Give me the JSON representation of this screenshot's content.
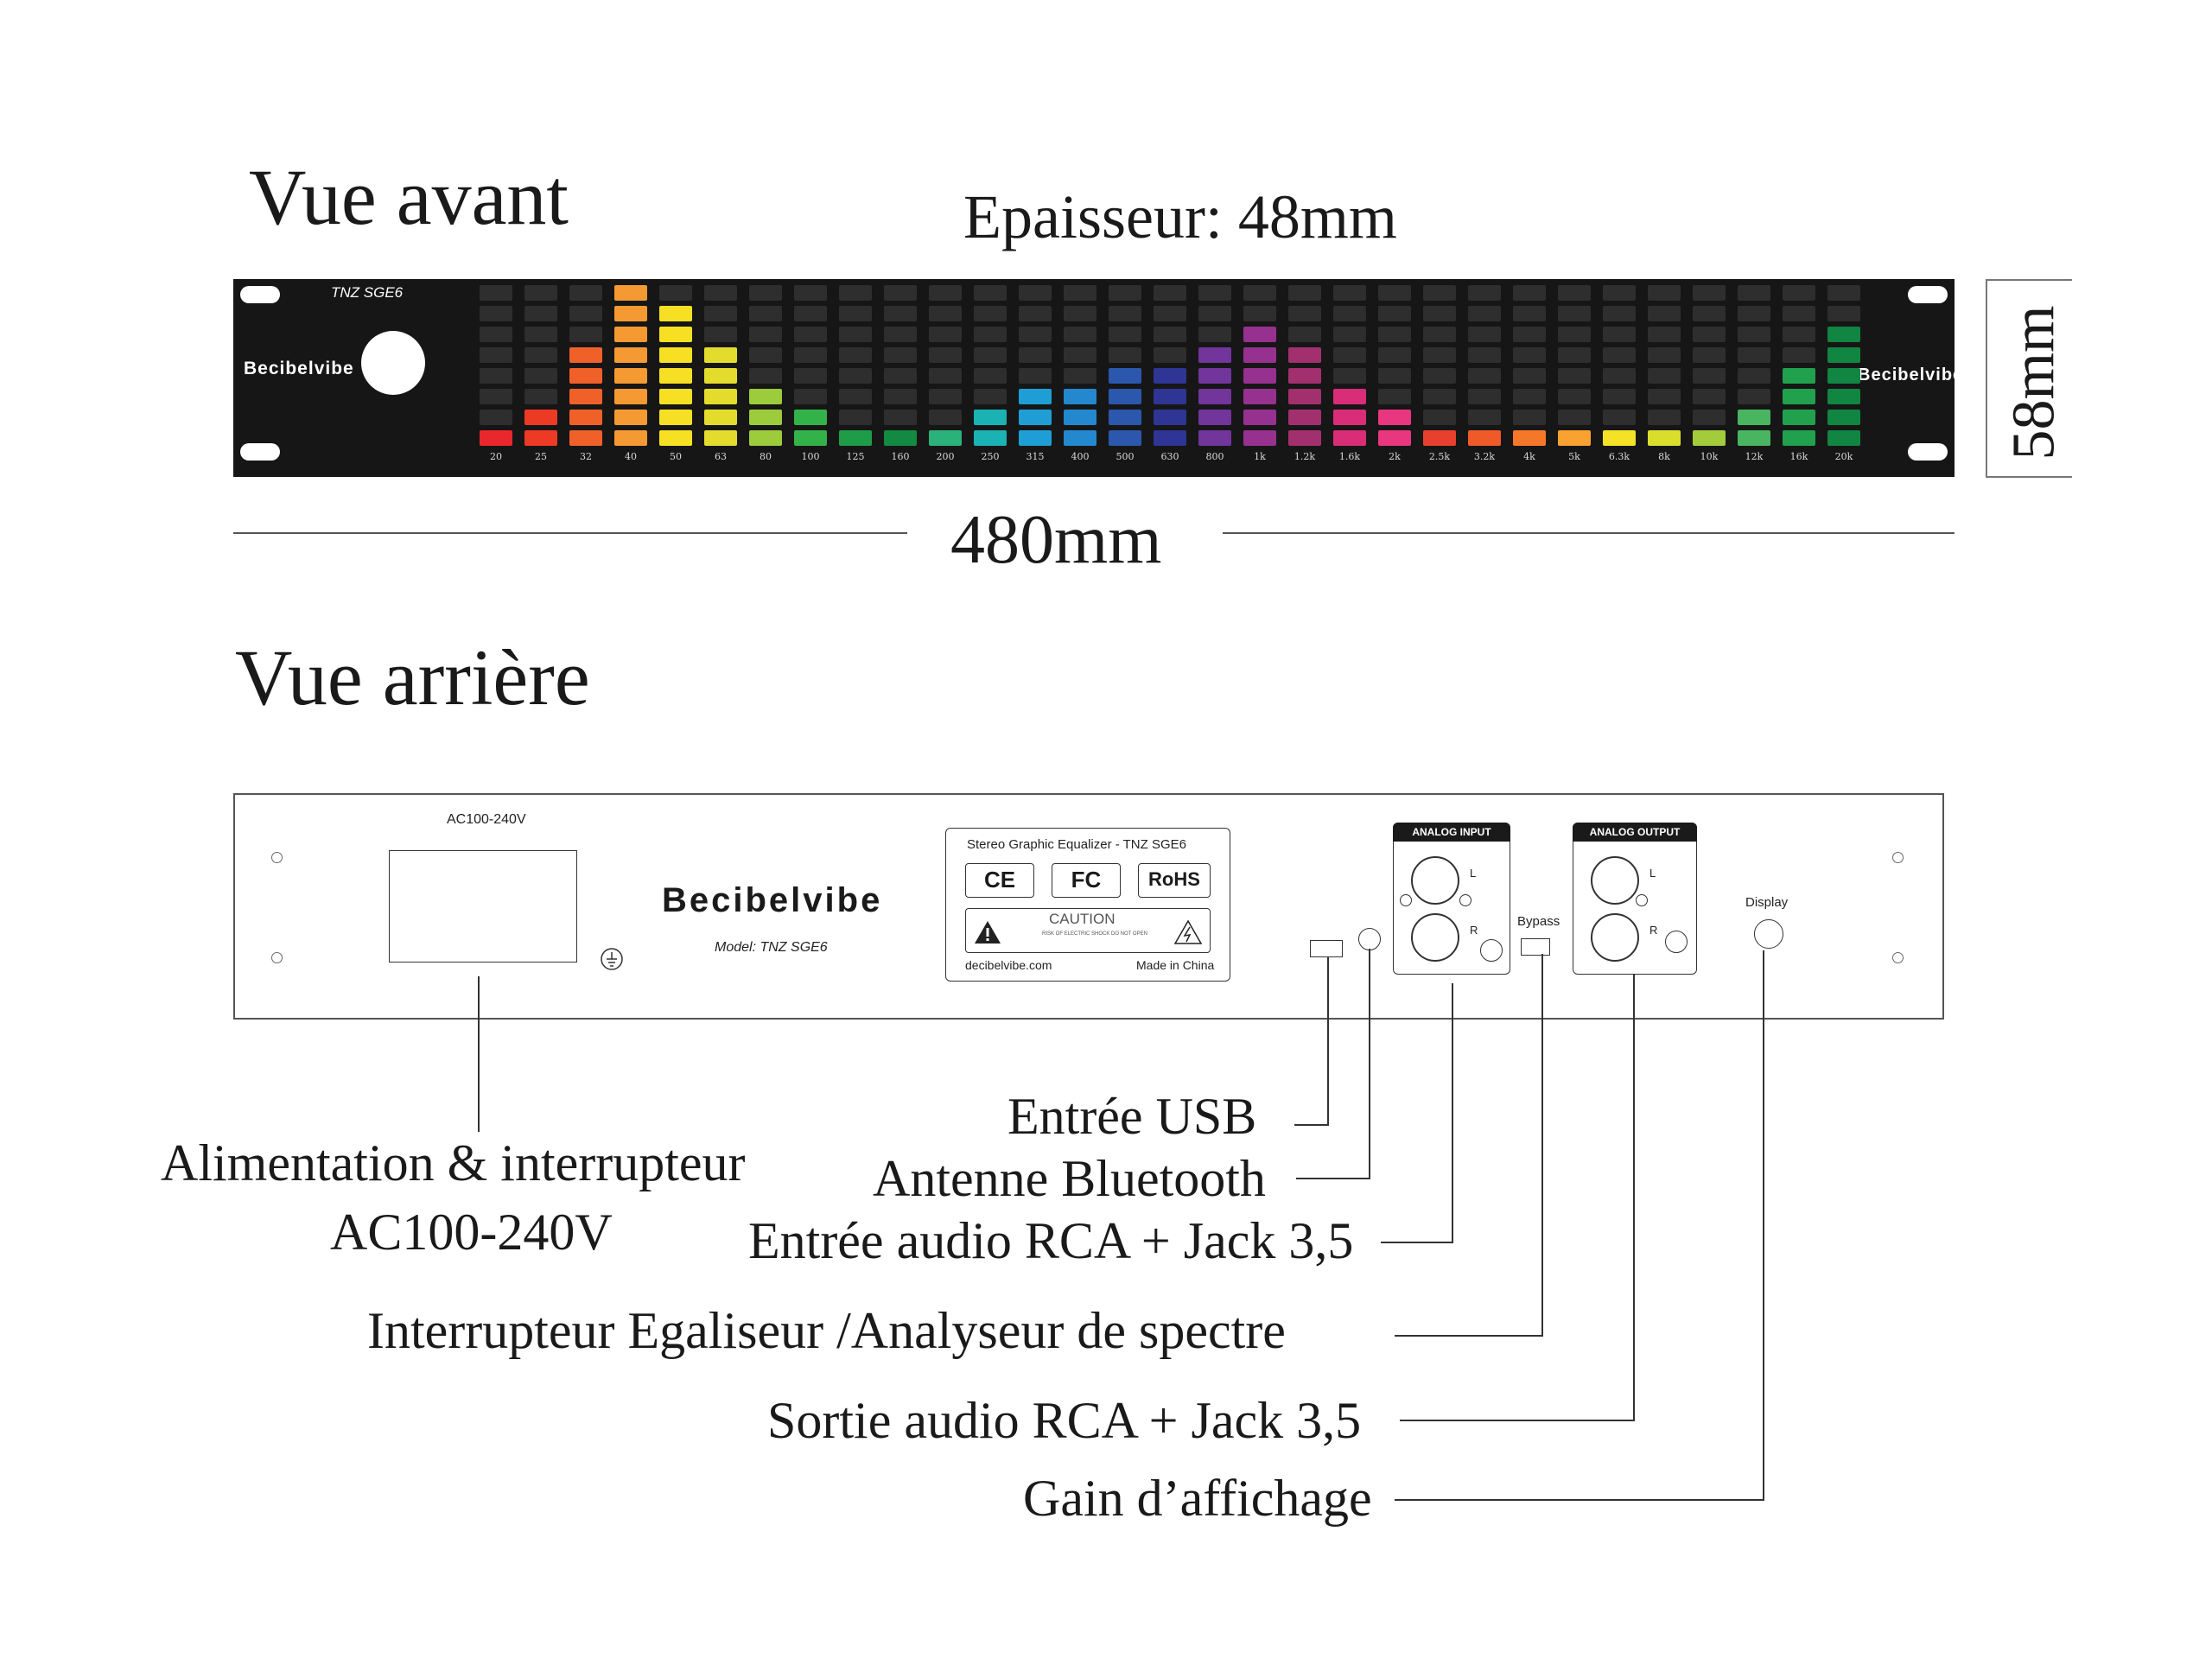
{
  "front_view": {
    "title": "Vue avant",
    "thickness": "Epaisseur:  48mm",
    "width": "480mm",
    "height": "58mm",
    "model": "TNZ SGE6",
    "brand": "Becibelvibe",
    "right_brand": "Becibelvibe"
  },
  "bands": [
    {
      "label": "20",
      "level": 1,
      "color": "#e8282c"
    },
    {
      "label": "25",
      "level": 2,
      "color": "#ec3a25"
    },
    {
      "label": "32",
      "level": 5,
      "color": "#f0612a"
    },
    {
      "label": "40",
      "level": 8,
      "color": "#f59a32"
    },
    {
      "label": "50",
      "level": 7,
      "color": "#f7df24"
    },
    {
      "label": "63",
      "level": 5,
      "color": "#e3dc2d"
    },
    {
      "label": "80",
      "level": 3,
      "color": "#9ccb3b"
    },
    {
      "label": "100",
      "level": 2,
      "color": "#34b24a"
    },
    {
      "label": "125",
      "level": 1,
      "color": "#1f9c48"
    },
    {
      "label": "160",
      "level": 1,
      "color": "#138a42"
    },
    {
      "label": "200",
      "level": 1,
      "color": "#2bb17a"
    },
    {
      "label": "250",
      "level": 2,
      "color": "#1ab2b3"
    },
    {
      "label": "315",
      "level": 3,
      "color": "#1f9ed6"
    },
    {
      "label": "400",
      "level": 3,
      "color": "#2488cf"
    },
    {
      "label": "500",
      "level": 4,
      "color": "#2b58ad"
    },
    {
      "label": "630",
      "level": 4,
      "color": "#2f3595"
    },
    {
      "label": "800",
      "level": 5,
      "color": "#71359b"
    },
    {
      "label": "1k",
      "level": 6,
      "color": "#97318f"
    },
    {
      "label": "1.2k",
      "level": 5,
      "color": "#a3306e"
    },
    {
      "label": "1.6k",
      "level": 3,
      "color": "#d92d78"
    },
    {
      "label": "2k",
      "level": 2,
      "color": "#e8367f"
    },
    {
      "label": "2.5k",
      "level": 1,
      "color": "#e8402e"
    },
    {
      "label": "3.2k",
      "level": 1,
      "color": "#ee5a28"
    },
    {
      "label": "4k",
      "level": 1,
      "color": "#f4772a"
    },
    {
      "label": "5k",
      "level": 1,
      "color": "#f9a131"
    },
    {
      "label": "6.3k",
      "level": 1,
      "color": "#f5e125"
    },
    {
      "label": "8k",
      "level": 1,
      "color": "#d9de2d"
    },
    {
      "label": "10k",
      "level": 1,
      "color": "#a3cc3a"
    },
    {
      "label": "12k",
      "level": 2,
      "color": "#49b561"
    },
    {
      "label": "16k",
      "level": 4,
      "color": "#21a04d"
    },
    {
      "label": "20k",
      "level": 6,
      "color": "#118542"
    }
  ],
  "rear_view": {
    "title": "Vue arrière",
    "power_label": "AC100-240V",
    "brand": "Becibelvibe",
    "model": "Model: TNZ SGE6",
    "product_name": "Stereo Graphic Equalizer - TNZ SGE6",
    "cert_ce": "CE",
    "cert_fc": "FC",
    "cert_rohs": "RoHS",
    "caution": "CAUTION",
    "caution_small": "RISK OF ELECTRIC SHOCK DO NOT OPEN",
    "website": "decibelvibe.com",
    "made_in": "Made in China",
    "analog_input": "ANALOG INPUT",
    "analog_output": "ANALOG OUTPUT",
    "bypass": "Bypass",
    "display": "Display",
    "l": "L",
    "r": "R"
  },
  "callouts": {
    "usb": "Entrée USB",
    "bluetooth": "Antenne Bluetooth",
    "audio_in": "Entrée audio RCA + Jack 3,5",
    "eq_switch": "Interrupteur Egaliseur /Analyseur de spectre",
    "audio_out": "Sortie audio RCA + Jack 3,5",
    "display_gain": "Gain d’affichage",
    "power_line1": "Alimentation & interrupteur",
    "power_line2": "AC100-240V"
  }
}
